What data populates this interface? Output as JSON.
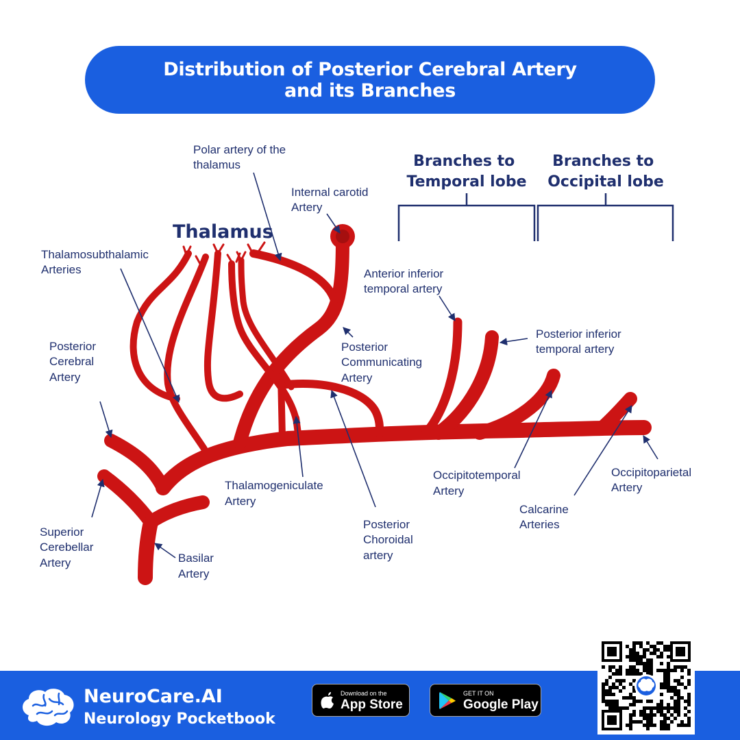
{
  "title": {
    "line1": "Distribution of Posterior Cerebral Artery",
    "line2": "and its Branches"
  },
  "diagram": {
    "thalamus": "Thalamus",
    "headers": {
      "temporal": [
        "Branches to",
        "Temporal lobe"
      ],
      "occipital": [
        "Branches to",
        "Occipital lobe"
      ]
    },
    "labels": {
      "polar": [
        "Polar artery of the",
        "thalamus"
      ],
      "internal_carotid": [
        "Internal carotid",
        "Artery"
      ],
      "thalamosubthalamic": [
        "Thalamosubthalamic",
        "Arteries"
      ],
      "anterior_inferior_temporal": [
        "Anterior inferior",
        "temporal artery"
      ],
      "posterior_inferior_temporal": [
        "Posterior inferior",
        "temporal artery"
      ],
      "posterior_cerebral": [
        "Posterior",
        "Cerebral",
        "Artery"
      ],
      "posterior_communicating": [
        "Posterior",
        "Communicating",
        "Artery"
      ],
      "occipitotemporal": [
        "Occipitotemporal",
        "Artery"
      ],
      "occipitoparietal": [
        "Occipitoparietal",
        "Artery"
      ],
      "thalamogeniculate": [
        "Thalamogeniculate",
        "Artery"
      ],
      "calcarine": [
        "Calcarine",
        "Arteries"
      ],
      "superior_cerebellar": [
        "Superior",
        "Cerebellar",
        "Artery"
      ],
      "basilar": [
        "Basilar",
        "Artery"
      ],
      "posterior_choroidal": [
        "Posterior",
        "Choroidal",
        "artery"
      ]
    },
    "colors": {
      "artery": "#cc1414",
      "label": "#1f2f6e",
      "pointer": "#1f2f6e"
    }
  },
  "footer": {
    "brand": "NeuroCare.AI",
    "subtitle": "Neurology Pocketbook",
    "app_store": {
      "small": "Download on the",
      "big": "App Store"
    },
    "google_play": {
      "small": "GET IT ON",
      "big": "Google Play"
    },
    "colors": {
      "background": "#1a5fe0"
    }
  }
}
